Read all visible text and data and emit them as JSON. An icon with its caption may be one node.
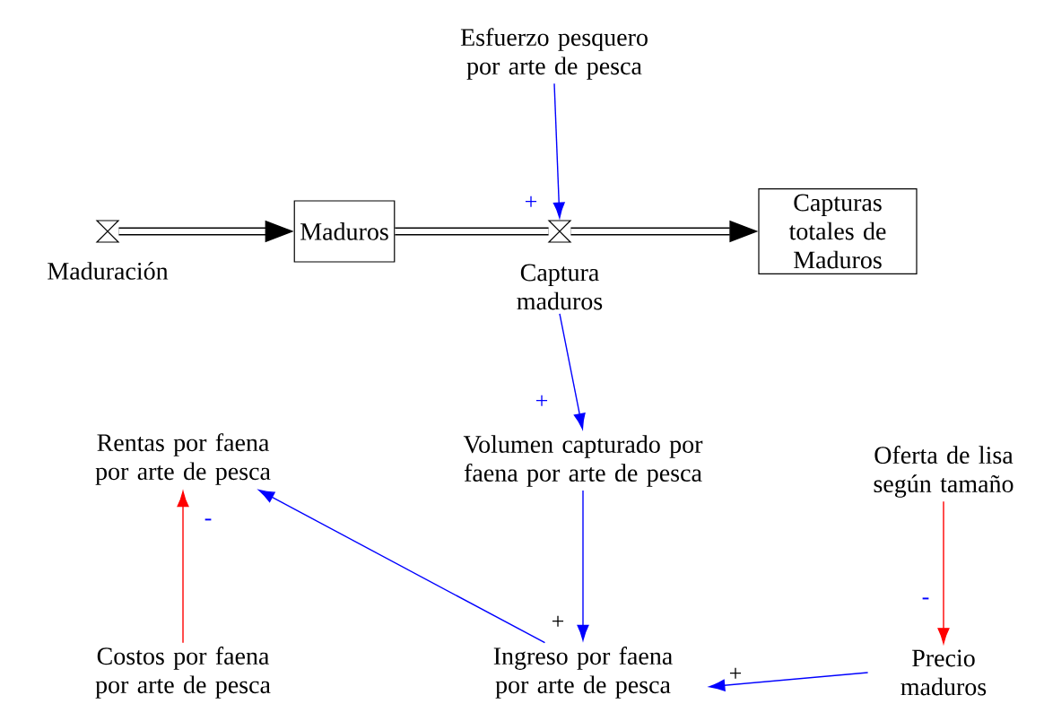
{
  "diagram": {
    "nodes": [
      {
        "text": [
          "Esfuerzo pesquero por arte de pesca"
        ]
      },
      {
        "text": [],
        "shape": "valve",
        "beside": [
          "Maduración"
        ]
      },
      {
        "text": [
          "Maduros"
        ]
      },
      {
        "text": [],
        "shape": "valve",
        "beside": [
          "Captura maduros"
        ]
      },
      {
        "text": [
          "Capturas totales de Maduros"
        ]
      },
      {
        "text": [
          "Rentas por faena por arte de pesca"
        ]
      },
      {
        "text": [
          "Volumen capturado por faena por arte de pesca"
        ]
      },
      {
        "text": [
          "Oferta de lisa según tamaño"
        ]
      },
      {
        "text": [
          "Costos por faena por arte de pesca"
        ]
      },
      {
        "text": [
          "Ingreso por faena por arte de pesca"
        ]
      },
      {
        "text": [
          "Precio maduros"
        ]
      }
    ],
    "edges": [
      {
        "from": 1,
        "to": 2,
        "arrow": "to",
        "style": "thick",
        "color": "#000000"
      },
      {
        "from": 2,
        "to": 3,
        "arrow": "none",
        "style": "thick",
        "color": "#000000"
      },
      {
        "from": 3,
        "to": 4,
        "arrow": "to",
        "style": "thick",
        "color": "#000000"
      },
      {
        "from": 0,
        "to": 3,
        "arrow": "to",
        "label": "+"
      },
      {
        "from": 3,
        "to": 6,
        "arrow": "to",
        "label": "+"
      },
      {
        "from": 6,
        "to": 9,
        "arrow": "to",
        "label": "+"
      },
      {
        "from": 9,
        "to": 5,
        "arrow": "to"
      },
      {
        "from": 8,
        "to": 5,
        "arrow": "to",
        "label": "-",
        "color": "#ff0000"
      },
      {
        "from": 7,
        "to": 10,
        "arrow": "to",
        "label": "-",
        "color": "#ff0000"
      },
      {
        "from": 10,
        "to": 9,
        "arrow": "to",
        "label": "+"
      }
    ]
  }
}
